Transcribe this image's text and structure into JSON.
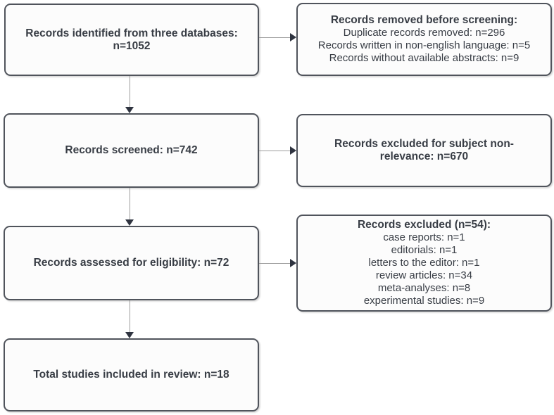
{
  "colors": {
    "background": "#ffffff",
    "box_fill": "#fcfcfc",
    "box_border": "#50545c",
    "text": "#383d45",
    "connector_line": "#9b9b9b",
    "arrowhead": "#2f3440"
  },
  "boxes": {
    "identified": {
      "title": "Records identified from three databases: n=1052"
    },
    "removed": {
      "title": "Records removed before screening:",
      "lines": [
        "Duplicate records removed: n=296",
        "Records written in non-english language: n=5",
        "Records without available abstracts: n=9"
      ]
    },
    "screened": {
      "title": "Records screened: n=742"
    },
    "excluded_subject": {
      "title": "Records excluded for subject non-relevance: n=670"
    },
    "eligibility": {
      "title": "Records assessed for eligibility: n=72"
    },
    "excluded_detail": {
      "title": "Records excluded (n=54):",
      "lines": [
        "case reports: n=1",
        "editorials: n=1",
        "letters to the editor: n=1",
        "review articles: n=34",
        "meta-analyses: n=8",
        "experimental studies: n=9"
      ]
    },
    "included": {
      "title": "Total studies included in review: n=18"
    }
  }
}
